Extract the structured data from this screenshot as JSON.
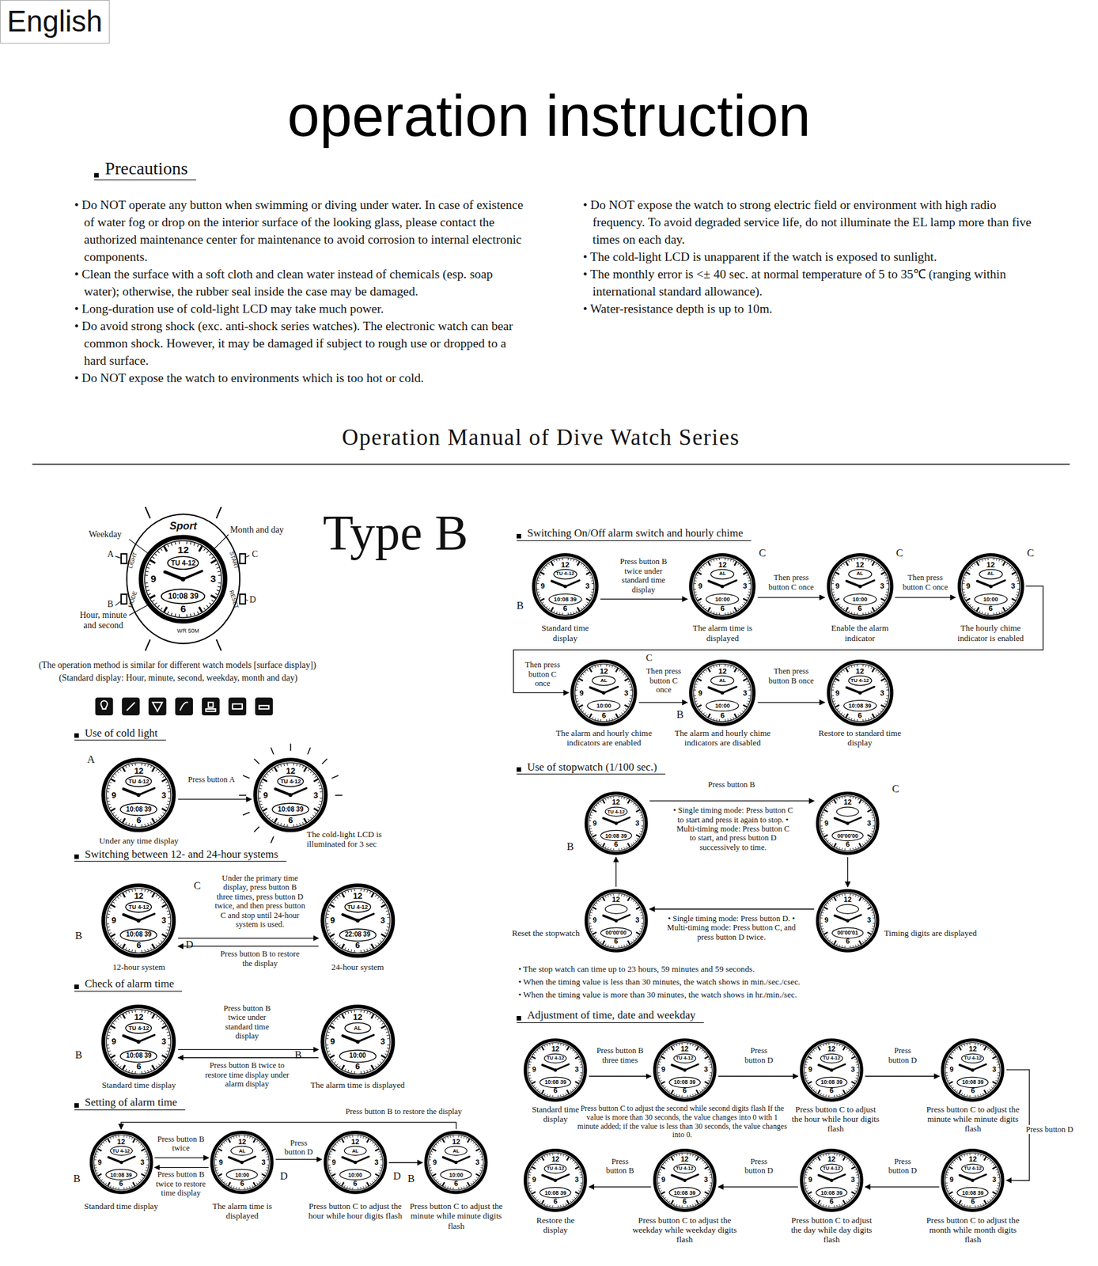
{
  "diagram": {
    "title": "operation instruction",
    "nodes": [
      {
        "text": [
          "English"
        ]
      },
      {
        "text": [
          "TU 4-12",
          "10:08 39"
        ]
      },
      {
        "text": [
          "TU 4-12",
          "10:08 39",
          "Under any time display"
        ]
      },
      {
        "text": [
          "TU 4-12",
          "10:08 39",
          "The cold-light LCD is illuminated for 3 sec"
        ]
      },
      {
        "text": [
          "TU 4-12",
          "10:08 39",
          "12-hour system"
        ]
      },
      {
        "text": [
          "TU 4-12",
          "22:08 39",
          "24-hour system"
        ]
      },
      {
        "text": [
          "TU 4-12",
          "10:08 39",
          "Standard time display"
        ]
      },
      {
        "text": [
          "AL",
          "10:00",
          "The alarm time is displayed"
        ]
      },
      {
        "text": [
          "TU 4-12",
          "10:08 39",
          "Standard time display"
        ]
      },
      {
        "text": [
          "AL",
          "10:00",
          "The alarm time is displayed"
        ]
      },
      {
        "text": [
          "AL",
          "10:00",
          "Press button C to adjust the hour while hour digits flash"
        ]
      },
      {
        "text": [
          "AL",
          "10:00",
          "Press button C to adjust the minute while minute digits flash"
        ]
      },
      {
        "text": [
          "TU 4-12",
          "10:08 39",
          "Standard time display"
        ]
      },
      {
        "text": [
          "AL",
          "10:00",
          "The alarm time is displayed"
        ]
      },
      {
        "text": [
          "AL",
          "10:00",
          "Enable the alarm indicator"
        ]
      },
      {
        "text": [
          "AL",
          "10:00",
          "The hourly chime indicator is enabled"
        ]
      },
      {
        "text": [
          "AL",
          "10:00",
          "The alarm and hourly chime indicators are enabled"
        ]
      },
      {
        "text": [
          "AL",
          "10:00",
          "The alarm and hourly chime indicators are disabled"
        ]
      },
      {
        "text": [
          "TU 4-12",
          "10:08 39",
          "Restore to standard time display"
        ]
      },
      {
        "text": [
          "TU 4-12",
          "10:08 39"
        ]
      },
      {
        "text": [
          "00'00'00"
        ]
      },
      {
        "text": [
          "00'00'01",
          "Timing digits are displayed"
        ]
      },
      {
        "text": [
          "00'00'00",
          "Reset the stopwatch"
        ]
      },
      {
        "text": [
          "TU 4-12",
          "10:08 39",
          "Standard time display"
        ]
      },
      {
        "text": [
          "TU 4-12",
          "10:08 39",
          "Press button C to adjust the second while second digits flash If the value is more than 30 seconds, the value changes into 0 with 1 minute added; if the value is less than 30 seconds, the value changes into 0."
        ]
      },
      {
        "text": [
          "TU 4-12",
          "10:08 39",
          "Press button C to adjust the hour while hour digits flash"
        ]
      },
      {
        "text": [
          "TU 4-12",
          "10:08 39",
          "Press button C to adjust the minute while minute digits flash"
        ]
      },
      {
        "text": [
          "TU 4-12",
          "10:08 39",
          "Restore the display"
        ]
      },
      {
        "text": [
          "TU 4-12",
          "10:08 39",
          "Press button C to adjust the weekday while weekday digits flash"
        ]
      },
      {
        "text": [
          "TU 4-12",
          "10:08 39",
          "Press button C to adjust the day while day digits flash"
        ]
      },
      {
        "text": [
          "TU 4-12",
          "10:08 39",
          "Press button C to adjust the month while month digits flash"
        ]
      }
    ],
    "edges": [
      {
        "from": 2,
        "to": 3,
        "arrow": "to",
        "label": "Press button A"
      },
      {
        "from": 4,
        "to": 5,
        "arrow": "to",
        "label": "Under the primary time display, press button B three times, press button D twice, and then press button C and stop until 24-hour system is used."
      },
      {
        "from": 5,
        "to": 4,
        "arrow": "to",
        "label": "Press button B to restore the display"
      },
      {
        "from": 6,
        "to": 7,
        "arrow": "to",
        "label": "Press button B twice under standard time display"
      },
      {
        "from": 7,
        "to": 6,
        "arrow": "to",
        "label": "Press button B twice to restore time display under alarm display"
      },
      {
        "from": 8,
        "to": 9,
        "arrow": "to",
        "label": "Press button B twice"
      },
      {
        "from": 9,
        "to": 8,
        "arrow": "to",
        "label": "Press button B twice to restore time display"
      },
      {
        "from": 9,
        "to": 10,
        "arrow": "to",
        "label": "Press button D"
      },
      {
        "from": 10,
        "to": 11,
        "arrow": "to"
      },
      {
        "from": 11,
        "to": 8,
        "arrow": "to",
        "label": "Press button B to restore the display"
      },
      {
        "from": 12,
        "to": 13,
        "arrow": "to",
        "label": "Press button B twice under standard time display"
      },
      {
        "from": 13,
        "to": 14,
        "arrow": "to",
        "label": "Then press button C once"
      },
      {
        "from": 14,
        "to": 15,
        "arrow": "to",
        "label": "Then press button C once"
      },
      {
        "from": 15,
        "to": 16,
        "arrow": "to",
        "label": "Then press button C once"
      },
      {
        "from": 16,
        "to": 17,
        "arrow": "to",
        "label": "Then press button C once"
      },
      {
        "from": 17,
        "to": 18,
        "arrow": "to",
        "label": "Then press button B once"
      },
      {
        "from": 19,
        "to": 20,
        "arrow": "to",
        "label": "Press button B"
      },
      {
        "from": 20,
        "to": 21,
        "arrow": "to",
        "label": "• Single timing mode: Press button C to start and press it again to stop. • Multi-timing mode: Press button C to start, and press button D successively to time."
      },
      {
        "from": 21,
        "to": 22,
        "arrow": "to",
        "label": "• Single timing mode: Press button D. • Multi-timing mode: Press button C, and press button D twice."
      },
      {
        "from": 22,
        "to": 19,
        "arrow": "to"
      },
      {
        "from": 23,
        "to": 24,
        "arrow": "to",
        "label": "Press button B three times"
      },
      {
        "from": 24,
        "to": 25,
        "arrow": "to",
        "label": "Press button D"
      },
      {
        "from": 25,
        "to": 26,
        "arrow": "to",
        "label": "Press button D"
      },
      {
        "from": 26,
        "to": 30,
        "arrow": "to",
        "label": "Press button D"
      },
      {
        "from": 30,
        "to": 29,
        "arrow": "to",
        "label": "Press button D"
      },
      {
        "from": 29,
        "to": 28,
        "arrow": "to",
        "label": "Press button D"
      },
      {
        "from": 28,
        "to": 27,
        "arrow": "to",
        "label": "Press button B"
      }
    ],
    "labels": [
      "Precautions",
      "• Do NOT operate any button when swimming or diving under water. In case of existence of water fog or drop on the interior surface of the looking glass, please contact the authorized maintenance center for maintenance to avoid corrosion to internal electronic components.",
      "• Clean the surface with a soft cloth and clean water instead of chemicals (esp. soap water); otherwise, the rubber seal inside the case may be damaged.",
      "• Long-duration use of cold-light LCD may take much power.",
      "• Do avoid strong shock (exc. anti-shock series watches). The electronic watch can bear common shock. However, it may be damaged if subject to rough use or dropped to a hard surface.",
      "• Do NOT expose the watch to environments which is too hot or cold.",
      "• Do NOT expose the watch to strong electric field or environment with high radio frequency. To avoid degraded service life, do not illuminate the EL lamp more than five times on each day.",
      "• The cold-light LCD is unapparent if the watch is exposed to sunlight.",
      "• The monthly error is <± 40 sec. at normal temperature of 5 to 35℃ (ranging within international standard allowance).",
      "• Water-resistance depth is up to 10m.",
      "Operation Manual of Dive Watch Series",
      "Type B",
      "Weekday",
      "Month and day",
      "A",
      "B",
      "C",
      "D",
      "Hour, minute and second",
      "Sport",
      "WR 50M",
      "LIGHT",
      "MODE",
      "START",
      "RESET",
      "(The operation method is similar for different watch models [surface display])",
      "(Standard display: Hour, minute, second, weekday, month and day)",
      "Use of cold light",
      "A",
      "Switching between 12- and 24-hour systems",
      "C",
      "B",
      "D",
      "Check of alarm time",
      "B",
      "B",
      "Setting of alarm time",
      "B",
      "D",
      "D",
      "B",
      "Switching On/Off alarm switch and hourly chime",
      "B",
      "C",
      "C",
      "C",
      "C",
      "B",
      "Use of stopwatch (1/100 sec.)",
      "B",
      "C",
      "• The stop watch can time up to 23 hours, 59 minutes and 59 seconds.",
      "• When the timing value is less than 30 minutes, the watch shows in min./sec./csec.",
      "• When the timing value is more than 30 minutes, the watch shows in hr./min./sec.",
      "Adjustment of time, date and weekday",
      "12",
      "3",
      "6",
      "9",
      "12",
      "3",
      "6",
      "9",
      "12",
      "3",
      "6",
      "9",
      "12",
      "3",
      "6",
      "9",
      "12",
      "3",
      "6",
      "9",
      "12",
      "3",
      "6",
      "9",
      "12",
      "3",
      "6",
      "9",
      "12",
      "3",
      "6",
      "9",
      "12",
      "3",
      "6",
      "9",
      "12",
      "3",
      "6",
      "9",
      "12",
      "3",
      "6",
      "9",
      "12",
      "3",
      "6",
      "9",
      "12",
      "3",
      "6",
      "9",
      "12",
      "3",
      "6",
      "9",
      "12",
      "3",
      "6",
      "9",
      "12",
      "3",
      "6",
      "9",
      "12",
      "3",
      "6",
      "9",
      "12",
      "3",
      "6",
      "9",
      "12",
      "3",
      "6",
      "9",
      "12",
      "3",
      "6",
      "9",
      "12",
      "3",
      "6",
      "9",
      "12",
      "3",
      "6",
      "9",
      "12",
      "3",
      "6",
      "9",
      "12",
      "3",
      "6",
      "9",
      "12",
      "3",
      "6",
      "9",
      "12",
      "3",
      "6",
      "9",
      "12",
      "3",
      "6",
      "9",
      "12",
      "3",
      "6",
      "9",
      "12",
      "3",
      "6",
      "9",
      "12",
      "3",
      "6",
      "9"
    ]
  }
}
